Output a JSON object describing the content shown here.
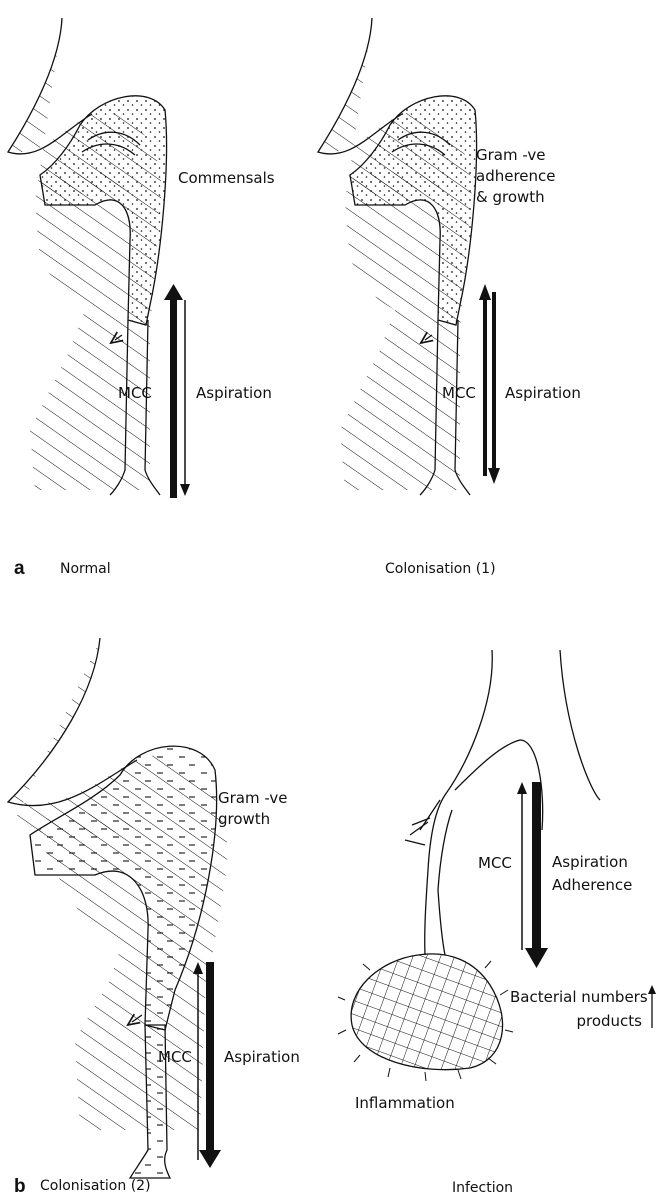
{
  "panels": {
    "a": {
      "letter": "a",
      "left": {
        "caption": "Normal",
        "flora_label": "Commensals",
        "mcc_label": "MCC",
        "aspiration_label": "Aspiration"
      },
      "right": {
        "caption": "Colonisation (1)",
        "flora_label_lines": [
          "Gram -ve",
          "adherence",
          "& growth"
        ],
        "mcc_label": "MCC",
        "aspiration_label": "Aspiration"
      }
    },
    "b": {
      "letter": "b",
      "left": {
        "caption": "Colonisation (2)",
        "flora_label_lines": [
          "Gram -ve",
          "growth"
        ],
        "mcc_label": "MCC",
        "aspiration_label": "Aspiration"
      },
      "right": {
        "caption": "Infection",
        "mcc_label": "MCC",
        "aspiration_label_lines": [
          "Aspiration",
          "Adherence"
        ],
        "bacterial_label_lines": [
          "Bacterial numbers",
          "products"
        ],
        "inflammation_label": "Inflammation"
      }
    }
  },
  "colors": {
    "ink": "#111111",
    "paper": "#ffffff"
  },
  "icons": {
    "increase": "up-arrow-icon"
  }
}
